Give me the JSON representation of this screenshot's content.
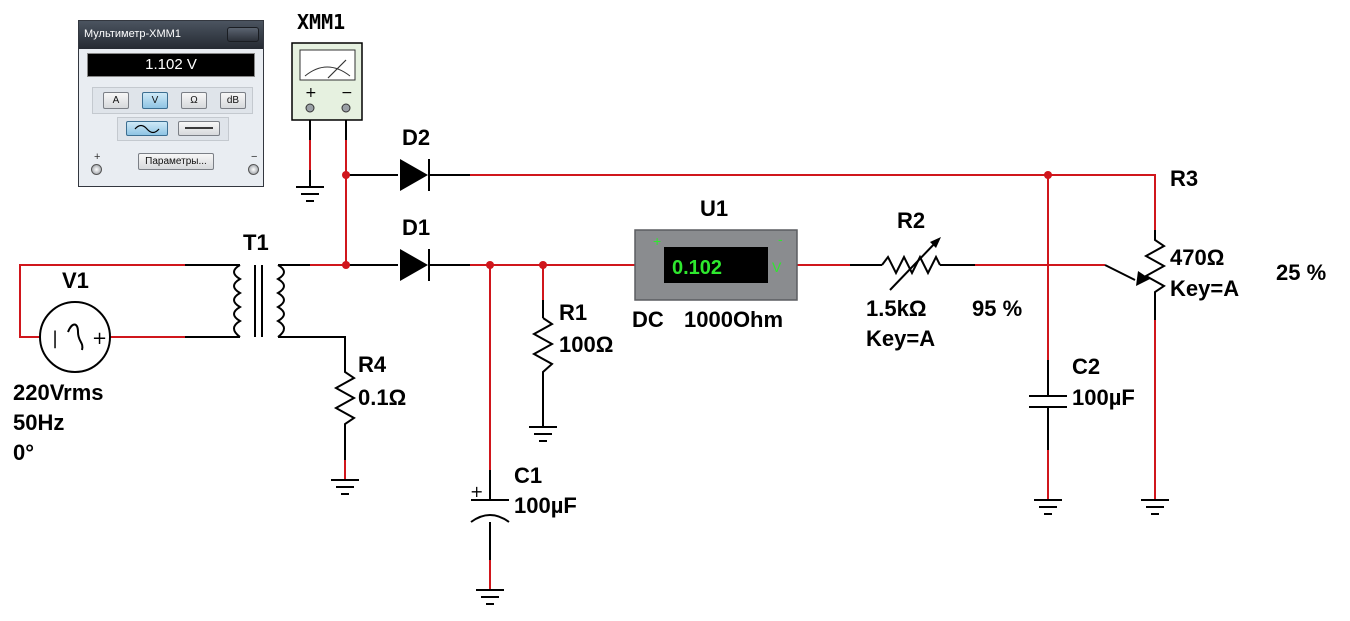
{
  "multimeter_window": {
    "title": "Мультиметр-XMM1",
    "display_value": "1.102 V",
    "modes": [
      "A",
      "V",
      "Ω",
      "dB"
    ],
    "active_mode": "V",
    "active_wave": "ac",
    "params_button": "Параметры...",
    "plus_sign": "+",
    "minus_sign": "−"
  },
  "instrument_xmm": {
    "label": "XMM1",
    "plus": "+",
    "minus": "−"
  },
  "components": {
    "v1": {
      "name": "V1",
      "value": "220Vrms",
      "freq": "50Hz",
      "phase": "0°",
      "plus": "+"
    },
    "t1": {
      "name": "T1"
    },
    "d1": {
      "name": "D1"
    },
    "d2": {
      "name": "D2"
    },
    "r1": {
      "name": "R1",
      "value": "100Ω"
    },
    "r4": {
      "name": "R4",
      "value": "0.1Ω"
    },
    "c1": {
      "name": "C1",
      "value": "100µF",
      "plus": "+"
    },
    "c2": {
      "name": "C2",
      "value": "100µF"
    },
    "u1": {
      "name": "U1",
      "reading": "0.102",
      "unit": "V",
      "plus": "+",
      "minus": "-",
      "mode": "DC",
      "resistance": "1000Ohm"
    },
    "r2": {
      "name": "R2",
      "value": "1.5kΩ",
      "key": "Key=A",
      "percent": "95 %"
    },
    "r3": {
      "name": "R3",
      "value": "470Ω",
      "key": "Key=A",
      "percent": "25 %"
    }
  },
  "colors": {
    "wire": "#d0161c",
    "voltmeter_body": "#8a8c8f",
    "voltmeter_text": "#2ee82e",
    "instrument_bg": "#e6f1e0"
  }
}
